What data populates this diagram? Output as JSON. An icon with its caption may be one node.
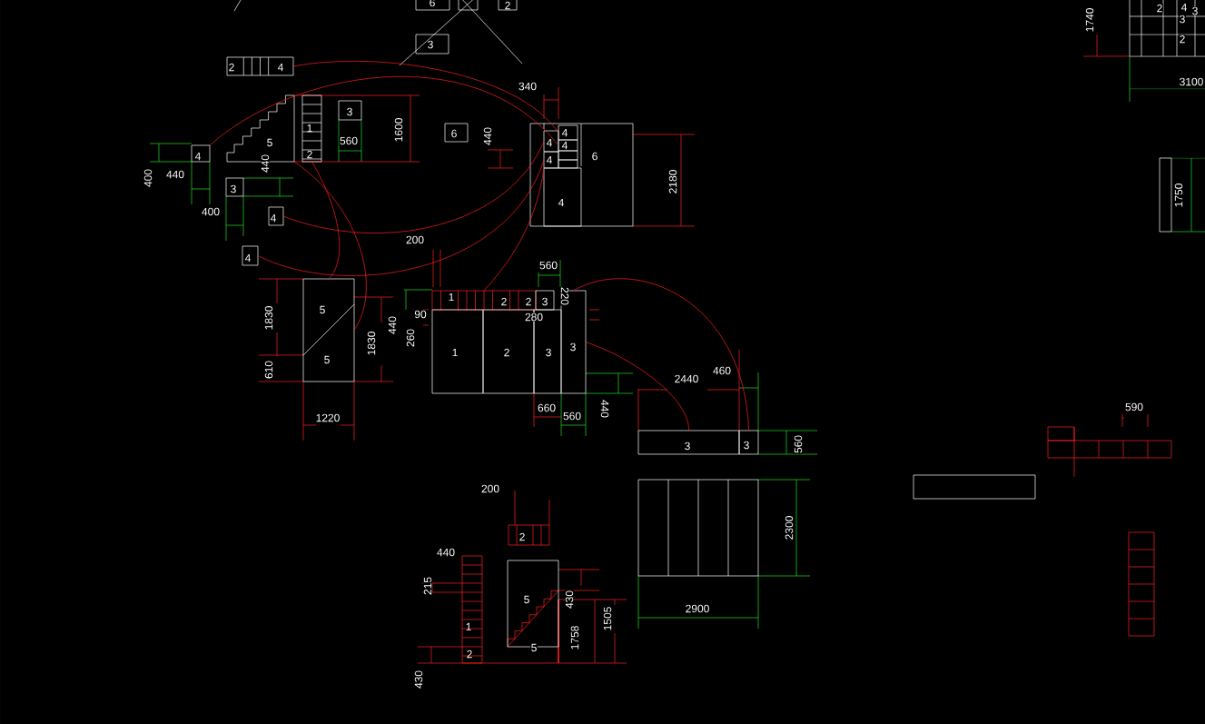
{
  "diagram": {
    "nodes": [
      {
        "text": [
          "6"
        ]
      },
      {
        "text": [
          "2"
        ]
      },
      {
        "text": [
          "3"
        ]
      },
      {
        "text": [
          "2",
          "4"
        ]
      },
      {
        "text": [
          "5"
        ]
      },
      {
        "text": [
          "1",
          "2"
        ]
      },
      {
        "text": [
          "3"
        ]
      },
      {
        "text": [
          "6"
        ]
      },
      {
        "text": [
          "4"
        ]
      },
      {
        "text": [
          "3"
        ]
      },
      {
        "text": [
          "4"
        ]
      },
      {
        "text": [
          "4"
        ]
      },
      {
        "text": [
          "6"
        ]
      },
      {
        "text": [
          "4"
        ],
        "in": 12
      },
      {
        "text": [
          "4"
        ],
        "in": 12
      },
      {
        "text": [
          "4"
        ],
        "in": 12
      },
      {
        "text": [
          "4"
        ],
        "in": 12
      },
      {
        "text": [
          "4"
        ],
        "in": 12
      },
      {
        "text": [
          "5",
          "5"
        ]
      },
      {
        "text": [
          "1",
          "2",
          "2"
        ]
      },
      {
        "text": [
          "3"
        ]
      },
      {
        "text": [
          "1"
        ]
      },
      {
        "text": [
          "2"
        ]
      },
      {
        "text": [
          "3"
        ]
      },
      {
        "text": [
          "3"
        ]
      },
      {
        "text": [
          "3"
        ]
      },
      {
        "text": [
          "3"
        ]
      },
      {
        "text": [],
        "shape": "box"
      },
      {
        "text": [
          "2"
        ]
      },
      {
        "text": [
          "5"
        ]
      },
      {
        "text": [
          "1",
          "2"
        ]
      },
      {
        "text": [],
        "shape": "box"
      },
      {
        "text": [],
        "shape": "box",
        "in": 12
      },
      {
        "text": [],
        "shape": "box",
        "in": 12
      }
    ],
    "edges": [
      {
        "from": 3,
        "to": 15,
        "arrow": "none"
      },
      {
        "from": 8,
        "to": 16,
        "arrow": "none"
      },
      {
        "from": 10,
        "to": 13,
        "arrow": "none"
      },
      {
        "from": 11,
        "to": 14,
        "arrow": "none"
      },
      {
        "from": 4,
        "to": 18,
        "arrow": "none"
      },
      {
        "from": 5,
        "to": 18,
        "arrow": "none"
      },
      {
        "from": 19,
        "to": 17,
        "arrow": "none"
      },
      {
        "from": 24,
        "to": 26,
        "arrow": "none"
      },
      {
        "from": 24,
        "to": 25,
        "arrow": "none"
      }
    ],
    "labels": [
      "2",
      "4",
      "3",
      "1740",
      "3",
      "2",
      "3100",
      "340",
      "1600",
      "440",
      "560",
      "440",
      "400",
      "440",
      "2180",
      "1750",
      "400",
      "200",
      "560",
      "220",
      "90",
      "280",
      "440",
      "1830",
      "260",
      "1830",
      "610",
      "460",
      "2440",
      "1220",
      "660",
      "560",
      "440",
      "590",
      "560",
      "200",
      "2300",
      "440",
      "215",
      "430",
      "1758",
      "2900",
      "1505",
      "5",
      "430"
    ]
  }
}
